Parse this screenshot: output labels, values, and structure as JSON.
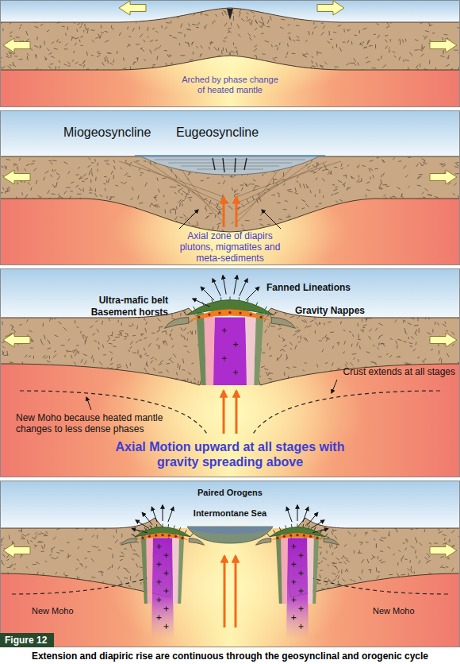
{
  "diagram": {
    "caption": "Extension and diapiric rise are continuous through the geosynclinal and orogenic cycle",
    "nodes": [
      {
        "text": [
          "Figure 12"
        ]
      }
    ],
    "labels": [
      "Arched by phase change of heated mantle",
      "Miogeosyncline",
      "Eugeosyncline",
      "Axial zone of diapirs plutons, migmatites and meta-sediments",
      "Fanned Lineations",
      "Ultra-mafic belt",
      "Basement horsts",
      "Gravity Nappes",
      "Crust extends at all stages",
      "New Moho because heated mantle changes to less dense phases",
      "Axial Motion upward at all stages with gravity spreading above",
      "Paired Orogens",
      "Intermontane Sea",
      "New Moho",
      "New Moho"
    ]
  }
}
